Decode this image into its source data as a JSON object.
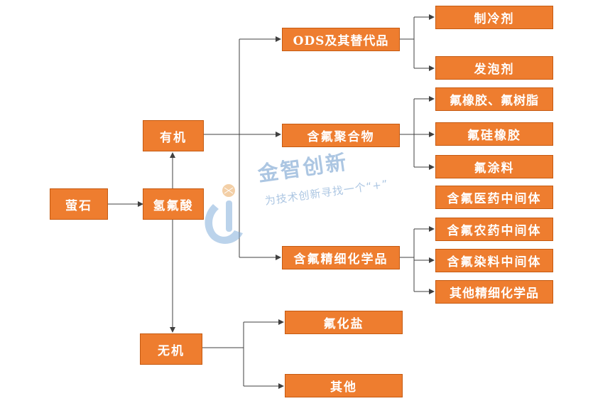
{
  "nodes": {
    "fluorite": "萤石",
    "hf": "氢氟酸",
    "organic": "有机",
    "inorganic": "无机",
    "ods": "ODS及其替代品",
    "fluoropolymer": "含氟聚合物",
    "fine_chem": "含氟精细化学品",
    "refrigerant": "制冷剂",
    "foaming": "发泡剂",
    "rubber_resin": "氟橡胶、氟树脂",
    "silicone_rubber": "氟硅橡胶",
    "coating": "氟涂料",
    "pharma": "含氟医药中间体",
    "pesticide": "含氟农药中间体",
    "dye": "含氟染料中间体",
    "other_fine": "其他精细化学品",
    "fluoride_salt": "氟化盐",
    "other": "其他"
  },
  "watermark": {
    "title": "金智创新",
    "subtitle": "为技术创新寻找一个“+”"
  },
  "colors": {
    "box_fill": "#ee7d2f",
    "box_border": "#c55a11",
    "box_text": "#ffffff",
    "connector": "#404040",
    "watermark": "#5b8fc7"
  }
}
